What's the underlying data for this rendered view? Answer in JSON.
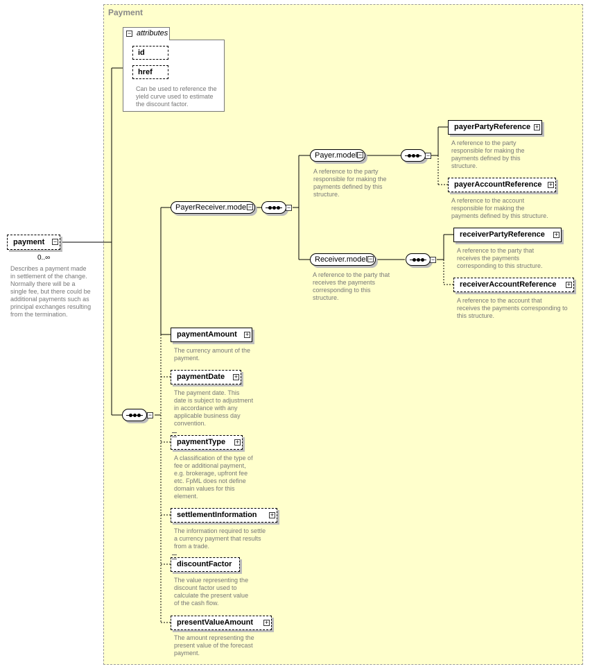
{
  "group": {
    "title": "Payment"
  },
  "root": {
    "label": "payment",
    "cardinality": "0..∞",
    "desc": [
      "Describes a payment made",
      "in settlement of the change.",
      "Normally there will be a",
      "single fee, but there could be",
      "additional payments such as",
      "principal exchanges resulting",
      "from the termination."
    ]
  },
  "attributes": {
    "tab_label": "attributes",
    "items": [
      "id",
      "href"
    ],
    "desc": [
      "Can be used to reference the",
      "yield curve used to estimate",
      "the discount factor."
    ]
  },
  "payer_receiver": {
    "label": "PayerReceiver.model"
  },
  "payer_model": {
    "label": "Payer.model",
    "desc": [
      "A reference to the party",
      "responsible for making the",
      "payments defined by this",
      "structure."
    ]
  },
  "payer_party_reference": {
    "label": "payerPartyReference",
    "desc": [
      "A reference to the party",
      "responsible for making the",
      "payments defined by this",
      "structure."
    ]
  },
  "payer_account_reference": {
    "label": "payerAccountReference",
    "desc": [
      "A reference to the account",
      "responsible for making the",
      "payments defined by this structure."
    ]
  },
  "receiver_model": {
    "label": "Receiver.model",
    "desc": [
      "A reference to the party that",
      "receives the payments",
      "corresponding to this",
      "structure."
    ]
  },
  "receiver_party_reference": {
    "label": "receiverPartyReference",
    "desc": [
      "A reference to the party that",
      "receives the payments",
      "corresponding to this structure."
    ]
  },
  "receiver_account_reference": {
    "label": "receiverAccountReference",
    "desc": [
      "A reference to the account that",
      "receives the payments corresponding to",
      "this structure."
    ]
  },
  "payment_amount": {
    "label": "paymentAmount",
    "desc": [
      "The currency amount of the",
      "payment."
    ]
  },
  "payment_date": {
    "label": "paymentDate",
    "desc": [
      "The payment date. This",
      "date is subject to adjustment",
      "in accordance with any",
      "applicable business day",
      "convention."
    ]
  },
  "payment_type": {
    "label": "paymentType",
    "desc": [
      "A classification of the type of",
      "fee or additional payment,",
      "e.g. brokerage, upfront fee",
      "etc. FpML does not define",
      "domain values for this",
      "element."
    ]
  },
  "settlement_information": {
    "label": "settlementInformation",
    "desc": [
      "The information required to settle",
      "a currency payment that results",
      "from a trade."
    ]
  },
  "discount_factor": {
    "label": "discountFactor",
    "desc": [
      "The value representing the",
      "discount factor used to",
      "calculate the present value",
      "of the cash flow."
    ]
  },
  "present_value_amount": {
    "label": "presentValueAmount",
    "desc": [
      "The amount representing the",
      "present value of the forecast",
      "payment."
    ]
  }
}
